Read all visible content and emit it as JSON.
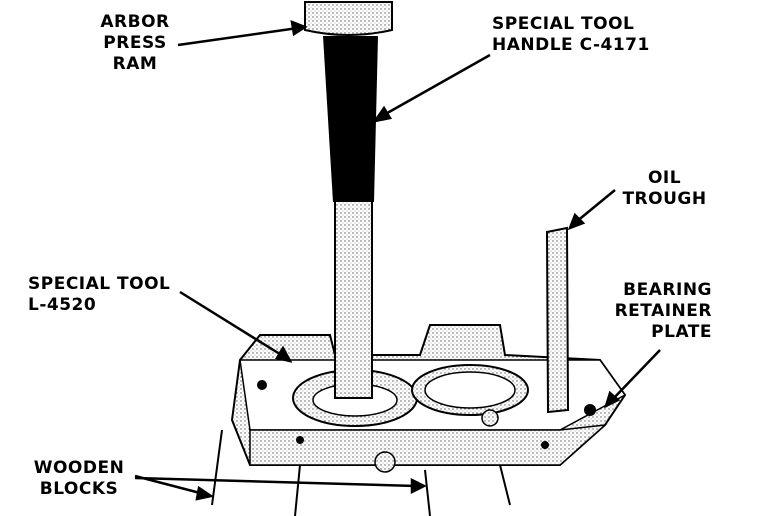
{
  "labels": {
    "arbor_press_ram": [
      "ARBOR",
      "PRESS",
      "RAM"
    ],
    "special_tool_handle": [
      "SPECIAL TOOL",
      "HANDLE C-4171"
    ],
    "oil_trough": [
      "OIL",
      "TROUGH"
    ],
    "special_tool_l4520": [
      "SPECIAL TOOL",
      "L-4520"
    ],
    "bearing_retainer_plate": [
      "BEARING",
      "RETAINER",
      "PLATE"
    ],
    "wooden_blocks": [
      "WOODEN",
      "BLOCKS"
    ]
  }
}
